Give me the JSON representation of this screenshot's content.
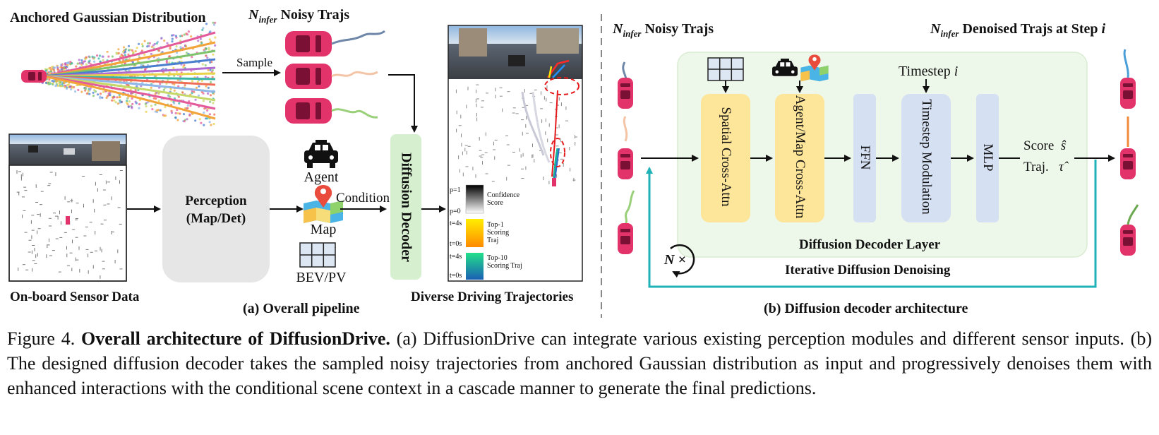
{
  "panel_a": {
    "anchored_title": "Anchored Gaussian Distribution",
    "noisy_trajs_title_sym": "N",
    "noisy_trajs_title_sub": "infer",
    "noisy_trajs_title_rest": " Noisy Trajs",
    "sample_label": "Sample",
    "perception_line1": "Perception",
    "perception_line2": "(Map/Det)",
    "agent_label": "Agent",
    "map_label": "Map",
    "bev_label": "BEV/PV",
    "condition_label": "Condition",
    "diffusion_decoder_label": "Diffusion Decoder",
    "sensor_label": "On-board Sensor Data",
    "diverse_label": "Diverse Driving Trajectories",
    "legend": {
      "p1": "p=1",
      "p0": "p=0",
      "confidence": "Confidence Score",
      "t4a": "t=4s",
      "t0a": "t=0s",
      "top1": "Top-1 Scoring Traj",
      "t4b": "t=4s",
      "t0b": "t=0s",
      "top10": "Top-10 Scoring Traj"
    },
    "subcaption": "(a) Overall pipeline"
  },
  "panel_b": {
    "noisy_title_sym": "N",
    "noisy_title_sub": "infer",
    "noisy_title_rest": " Noisy Trajs",
    "denoised_title_sym": "N",
    "denoised_title_sub": "infer",
    "denoised_title_rest": " Denoised Trajs at Step ",
    "denoised_title_step": "i",
    "spatial_attn": "Spatial Cross-Attn",
    "agent_map_attn": "Agent/Map Cross-Attn",
    "ffn": "FFN",
    "timestep_label": "Timestep ",
    "timestep_var": "i",
    "timestep_mod": "Timestep Modulation",
    "mlp": "MLP",
    "score_label": "Score",
    "score_sym": "ŝ",
    "traj_label": "Traj.",
    "traj_sym": "τ̂",
    "layer_label": "Diffusion Decoder Layer",
    "n_times": "N ×",
    "iterative_label": "Iterative Diffusion Denoising",
    "subcaption": "(b) Diffusion decoder architecture"
  },
  "caption": {
    "fig_no": "Figure 4.",
    "title": "Overall architecture of DiffusionDrive.",
    "body": "(a) DiffusionDrive can integrate various existing perception modules and different sensor inputs. (b) The designed diffusion decoder takes the sampled noisy trajectories from anchored Gaussian distribution as input and progressively denoises them with enhanced interactions with the conditional scene context in a cascade manner to generate the final predictions."
  },
  "colors": {
    "car": "#e2336b",
    "yellow_block": "#fde59a",
    "blue_block": "#d5e0f3",
    "green_panel": "#eef8ea",
    "green_block": "#d6efcf",
    "perception_block": "#e6e6e6",
    "teal_loop": "#1fb3b8"
  }
}
